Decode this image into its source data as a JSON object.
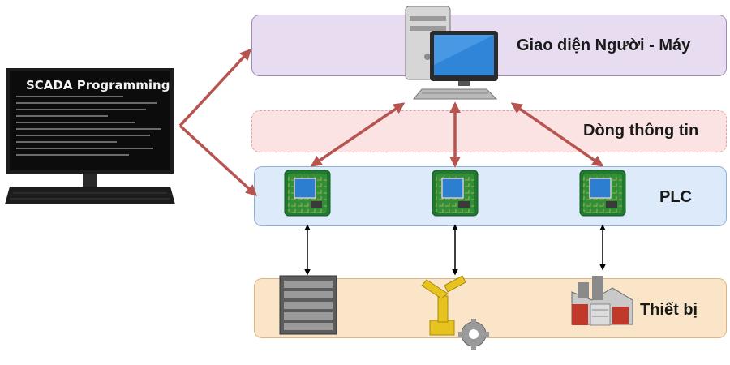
{
  "layers": {
    "hmi": "Giao diện Người - Máy",
    "info_flow": "Dòng thông tin",
    "plc": "PLC",
    "devices": "Thiết bị"
  },
  "workstation": {
    "screen_title": "SCADA Programming"
  },
  "icons": {
    "hmi": "desktop-computer-icon",
    "plc": "circuit-board-icon",
    "devices": [
      "server-rack-icon",
      "robot-arm-gear-icon",
      "factory-icon"
    ]
  },
  "colors": {
    "hmi_band": "#e8ddf0",
    "info_band": "#fbe3e3",
    "plc_band": "#dceafa",
    "device_band": "#fbe5c9",
    "arrow_red": "#b85450",
    "arrow_black": "#000000"
  }
}
